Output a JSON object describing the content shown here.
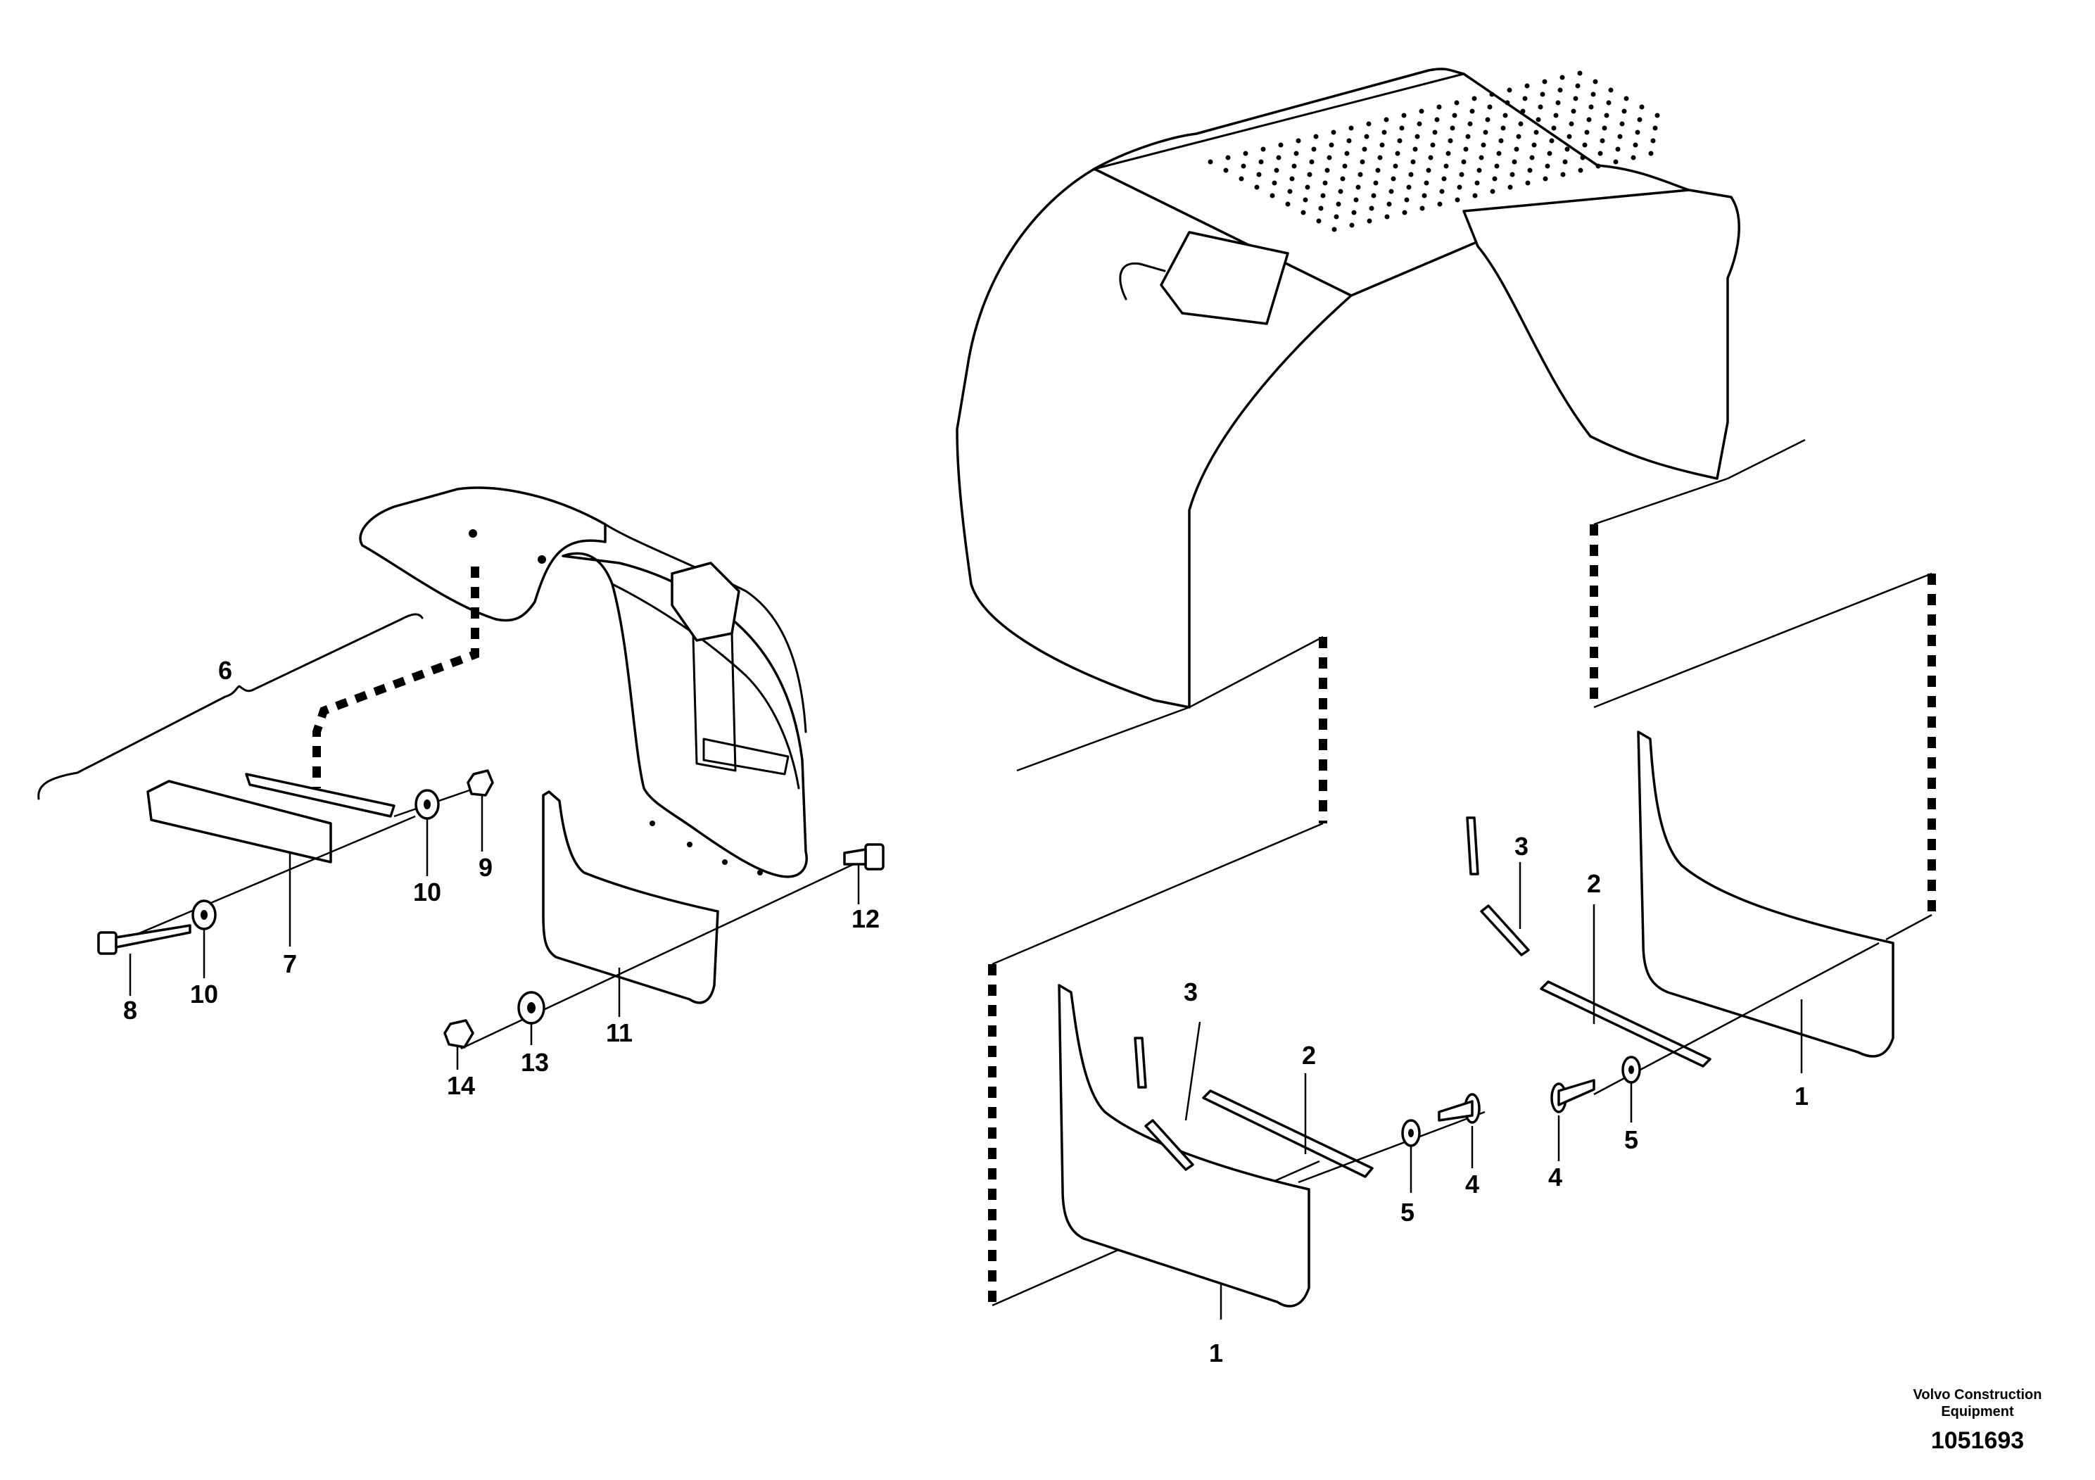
{
  "callouts": {
    "c1a": "1",
    "c1b": "1",
    "c2a": "2",
    "c2b": "2",
    "c3a": "3",
    "c3b": "3",
    "c4a": "4",
    "c4b": "4",
    "c5a": "5",
    "c5b": "5",
    "c6": "6",
    "c7": "7",
    "c8": "8",
    "c9": "9",
    "c10a": "10",
    "c10b": "10",
    "c11": "11",
    "c12": "12",
    "c13": "13",
    "c14": "14"
  },
  "footer": {
    "company_line1": "Volvo Construction",
    "company_line2": "Equipment",
    "doc_number": "1051693"
  }
}
